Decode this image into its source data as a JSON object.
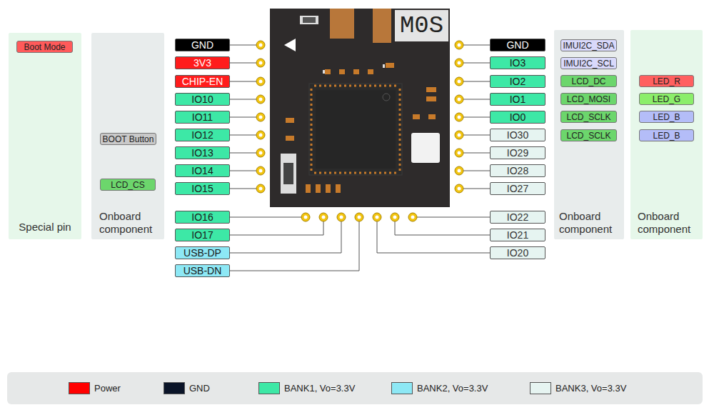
{
  "diagram": {
    "nodes": [
      {
        "text": [
          "Special pin"
        ]
      },
      {
        "text": [
          "Boot Mode"
        ],
        "in": 0
      },
      {
        "text": [
          "Onboard component"
        ]
      },
      {
        "text": [
          "BOOT Button"
        ],
        "in": 2
      },
      {
        "text": [
          "LCD_CS"
        ],
        "in": 2
      },
      {
        "text": [
          "GND"
        ]
      },
      {
        "text": [
          "3V3"
        ]
      },
      {
        "text": [
          "CHIP-EN"
        ]
      },
      {
        "text": [
          "IO10"
        ]
      },
      {
        "text": [
          "IO11"
        ]
      },
      {
        "text": [
          "IO12"
        ]
      },
      {
        "text": [
          "IO13"
        ]
      },
      {
        "text": [
          "IO14"
        ]
      },
      {
        "text": [
          "IO15"
        ]
      },
      {
        "text": [
          "IO16"
        ]
      },
      {
        "text": [
          "IO17"
        ]
      },
      {
        "text": [
          "USB-DP"
        ]
      },
      {
        "text": [
          "USB-DN"
        ]
      },
      {
        "text": [
          "GND"
        ]
      },
      {
        "text": [
          "IO3"
        ]
      },
      {
        "text": [
          "IO2"
        ]
      },
      {
        "text": [
          "IO1"
        ]
      },
      {
        "text": [
          "IO0"
        ]
      },
      {
        "text": [
          "IO30"
        ]
      },
      {
        "text": [
          "IO29"
        ]
      },
      {
        "text": [
          "IO28"
        ]
      },
      {
        "text": [
          "IO27"
        ]
      },
      {
        "text": [
          "IO22"
        ]
      },
      {
        "text": [
          "IO21"
        ]
      },
      {
        "text": [
          "IO20"
        ]
      },
      {
        "text": [
          "Onboard component"
        ]
      },
      {
        "text": [
          "IMUI2C_SDA"
        ],
        "in": 30
      },
      {
        "text": [
          "IMUI2C_SCL"
        ],
        "in": 30
      },
      {
        "text": [
          "LCD_DC"
        ],
        "in": 30
      },
      {
        "text": [
          "LCD_MOSI"
        ],
        "in": 30
      },
      {
        "text": [
          "LCD_SCLK"
        ],
        "in": 30
      },
      {
        "text": [
          "LCD_SCLK"
        ],
        "in": 30
      },
      {
        "text": [
          "Onboard component"
        ]
      },
      {
        "text": [
          "LED_R"
        ],
        "in": 37
      },
      {
        "text": [
          "LED_G"
        ],
        "in": 37
      },
      {
        "text": [
          "LED_B"
        ],
        "in": 37
      },
      {
        "text": [
          "LED_B"
        ],
        "in": 37
      }
    ],
    "labels": [
      "M0S"
    ],
    "legend": [
      {
        "text": "Power",
        "color": "#ff0000"
      },
      {
        "text": "GND",
        "color": "#0a1428"
      },
      {
        "text": "BANK1, Vo=3.3V",
        "color": "#3de8a6"
      },
      {
        "text": "BANK2, Vo=3.3V",
        "color": "#8de8f5"
      },
      {
        "text": "BANK3, Vo=3.3V",
        "color": "#e6f4f1"
      }
    ]
  }
}
